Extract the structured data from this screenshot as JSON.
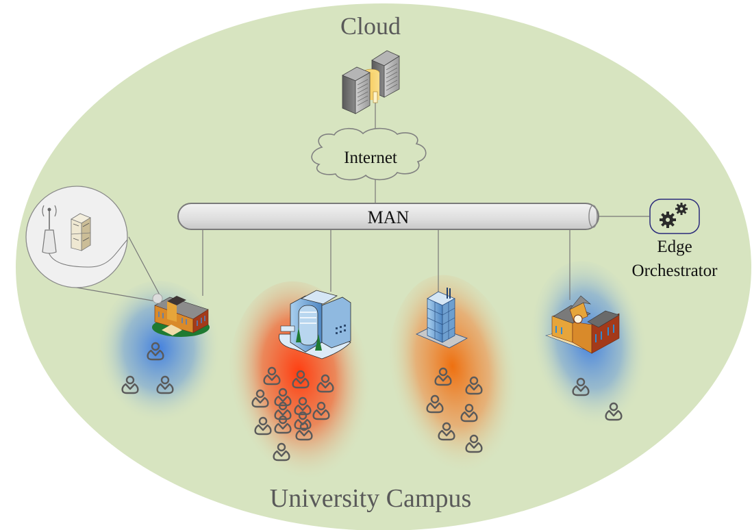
{
  "title": "Cloud",
  "subtitle": "University Campus",
  "internet_label": "Internet",
  "man_label": "MAN",
  "orchestrator": {
    "line1": "Edge",
    "line2": "Orchestrator",
    "icon": "gears-icon"
  },
  "colors": {
    "background_ellipse": "#d7e4c0",
    "label_gray": "#595959",
    "label_dark": "#111111",
    "hot": "#ff4a1a",
    "warm": "#f07a1a",
    "cool": "#3b7be0",
    "user_icon": "#5a5a5a"
  },
  "zoom_callout": {
    "items": [
      "wireless-access-point-icon",
      "edge-server-stack-icon"
    ]
  },
  "campus_sites": [
    {
      "id": "site-1",
      "building": "school-building-icon",
      "load": "low",
      "users": 3
    },
    {
      "id": "site-2",
      "building": "office-building-icon",
      "load": "high",
      "users": 13
    },
    {
      "id": "site-3",
      "building": "skyscraper-icon",
      "load": "medium",
      "users": 6
    },
    {
      "id": "site-4",
      "building": "clocktower-building-icon",
      "load": "low",
      "users": 2
    }
  ]
}
